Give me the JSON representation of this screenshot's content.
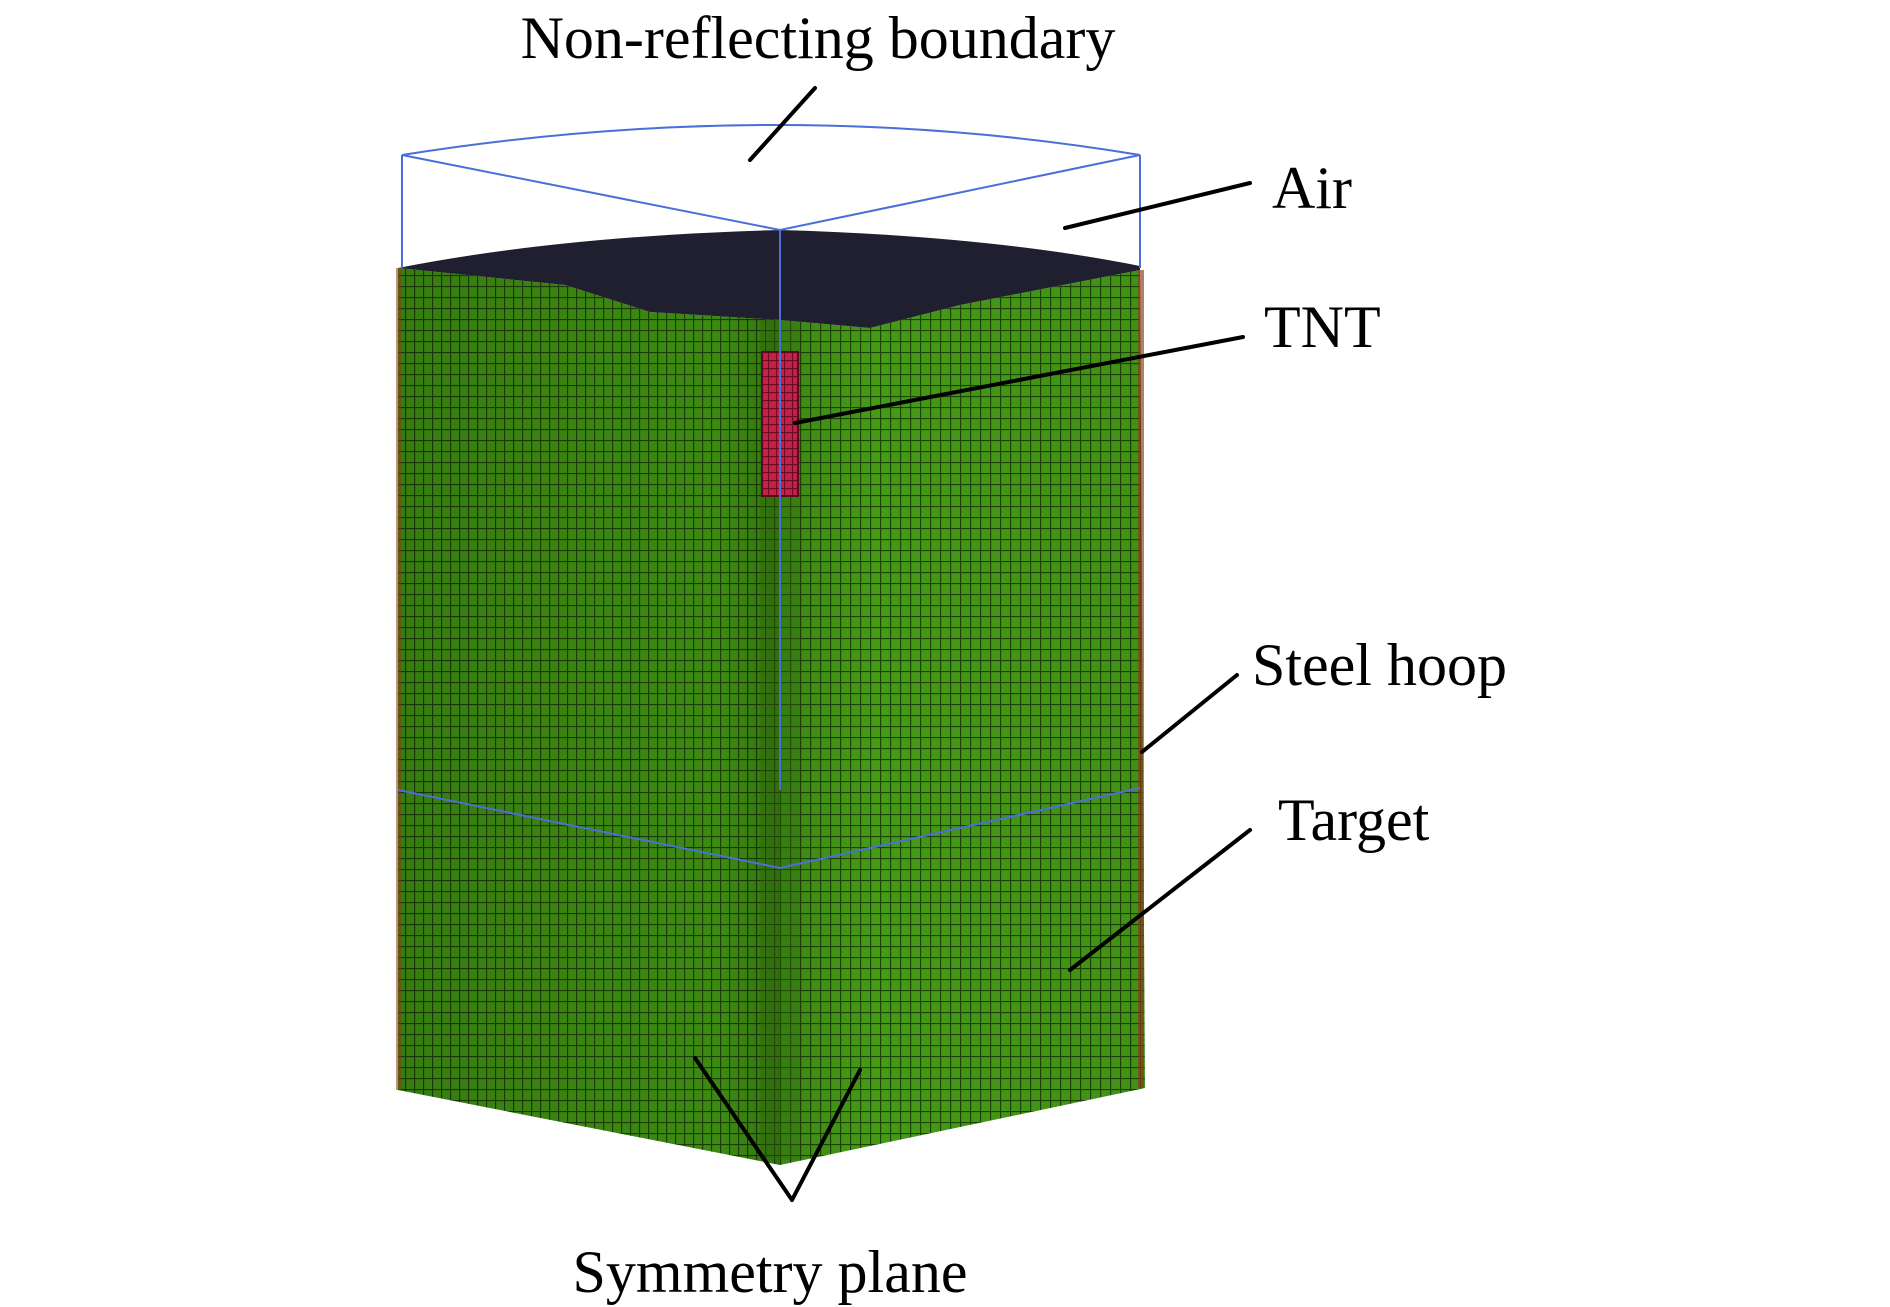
{
  "figure": {
    "labels": {
      "non_reflecting_boundary": "Non-reflecting boundary",
      "air": "Air",
      "tnt": "TNT",
      "steel_hoop": "Steel hoop",
      "target": "Target",
      "symmetry_plane": "Symmetry plane"
    },
    "colors": {
      "target_mesh": "#3d8a12",
      "mesh_lines": "#1b3d06",
      "air_top": "#1f1f30",
      "tnt": "#c4204a",
      "boundary": "#4a6fd8",
      "steel_hoop": "#8a3a1a",
      "leader_lines": "#000000"
    }
  }
}
